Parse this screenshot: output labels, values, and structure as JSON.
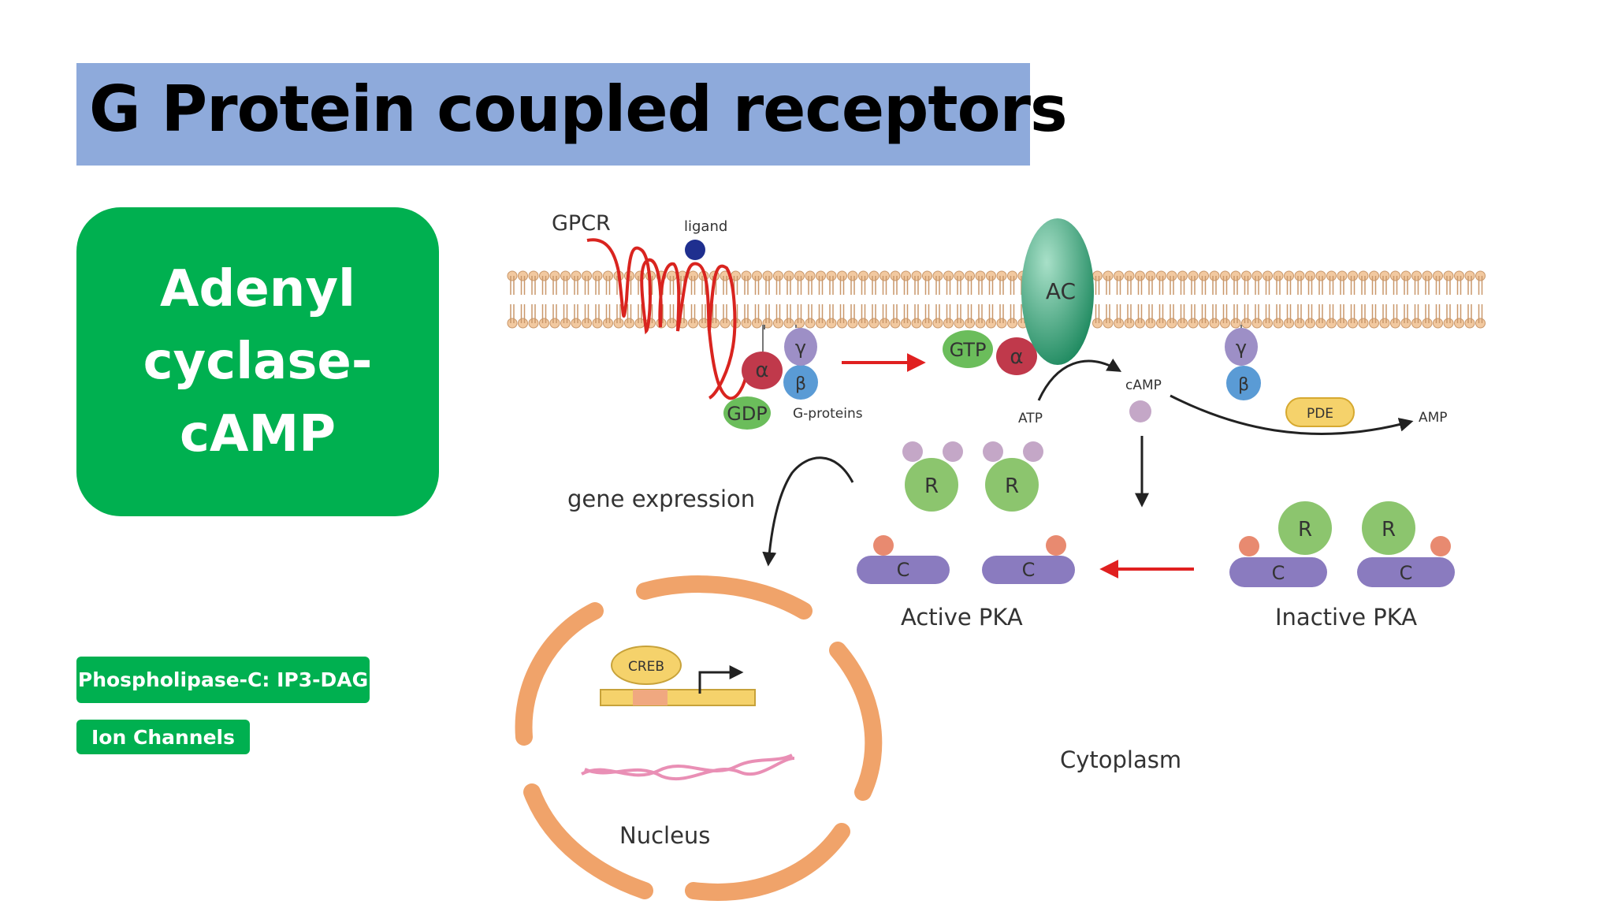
{
  "slide": {
    "title": "G Protein coupled receptors",
    "main_box": "Adenyl\ncyclase-\ncAMP",
    "pills": [
      "Phospholipase-C: IP3-DAG",
      "Ion Channels"
    ]
  },
  "diagram": {
    "labels": {
      "gpcr": "GPCR",
      "ligand": "ligand",
      "g_proteins": "G-proteins",
      "gdp": "GDP",
      "gtp": "GTP",
      "alpha": "α",
      "beta": "β",
      "gamma": "γ",
      "ac": "AC",
      "atp": "ATP",
      "camp": "cAMP",
      "pde": "PDE",
      "amp": "AMP",
      "r": "R",
      "c": "C",
      "gene_expression": "gene expression",
      "active_pka": "Active PKA",
      "inactive_pka": "Inactive PKA",
      "creb": "CREB",
      "cytoplasm": "Cytoplasm",
      "nucleus": "Nucleus"
    },
    "colors": {
      "membrane_head": "#f2c9a0",
      "membrane_stroke": "#c9976a",
      "ac": "#2e9e76",
      "alpha": "#c0394b",
      "beta": "#5a9bd5",
      "gamma": "#9d8fc6",
      "g_green": "#6bbd5b",
      "regulatory": "#8cc56e",
      "catalytic": "#8a7bbf",
      "camp_dot": "#c4a7c7",
      "arrow_red": "#e02020",
      "nucleus": "#f0a36a",
      "pde": "#f5d26b",
      "creb": "#f5d26b",
      "mrna": "#e98fb5",
      "receptor": "#d9241f",
      "ligand": "#1f2f8f"
    }
  }
}
